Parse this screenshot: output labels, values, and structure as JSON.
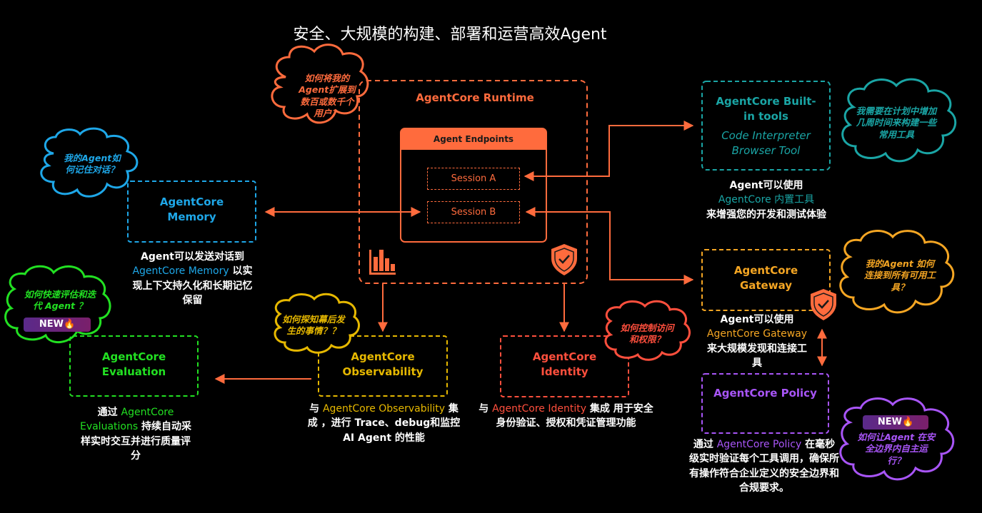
{
  "title": "安全、大规模的构建、部署和运营高效Agent",
  "colors": {
    "runtime": "#ff6b3d",
    "memory": "#1ea7e8",
    "tools": "#1aa5a5",
    "gateway": "#f5a623",
    "policy": "#a855f7",
    "evaluation": "#22e022",
    "observability": "#e6b800",
    "identity": "#ff4f3d"
  },
  "runtime": {
    "title": "AgentCore Runtime",
    "endpoints_header": "Agent Endpoints",
    "sessions": [
      "Session A",
      "Session B"
    ],
    "cloud": "如何将我的Agent扩展到数百或数千个用户？",
    "icons": [
      "bar-chart-icon",
      "shield-check-icon"
    ]
  },
  "memory": {
    "title_line1": "AgentCore",
    "title_line2": "Memory",
    "cloud": "我的Agent如何记住对话？",
    "desc_pre": "Agent可以发送对话到 ",
    "desc_hl": "AgentCore Memory",
    "desc_post": " 以实现上下文持久化和长期记忆保留"
  },
  "tools": {
    "title_line1": "AgentCore Built-",
    "title_line2": "in tools",
    "item1": "Code Interpreter",
    "item2": "Browser Tool",
    "cloud": "我需要在计划中增加几周时间来构建一些常用工具",
    "desc_pre": "Agent可以使用",
    "desc_hl": "AgentCore 内置工具",
    "desc_post": "来增强您的开发和测试体验"
  },
  "gateway": {
    "title_line1": "AgentCore",
    "title_line2": "Gateway",
    "cloud": "我的Agent 如何连接到所有可用工具？",
    "desc_pre": "Agent可以使用",
    "desc_hl": "AgentCore Gateway",
    "desc_post": "来大规模发现和连接工具"
  },
  "policy": {
    "title": "AgentCore Policy",
    "badge": "NEW",
    "cloud": "如何让Agent 在安全边界内自主运行？",
    "desc_pre": "通过 ",
    "desc_hl": "AgentCore Policy",
    "desc_post": " 在毫秒级实时验证每个工具调用，确保所有操作符合企业定义的安全边界和合规要求。"
  },
  "evaluation": {
    "title_line1": "AgentCore",
    "title_line2": "Evaluation",
    "badge": "NEW",
    "cloud": "如何快速评估和迭代 Agent ？",
    "desc_pre": "通过 ",
    "desc_hl": "AgentCore Evaluations",
    "desc_post": " 持续自动采样实时交互并进行质量评分"
  },
  "observability": {
    "title_line1": "AgentCore",
    "title_line2": "Observability",
    "cloud": "如何探知幕后发生的事情？？",
    "desc_pre": "与 ",
    "desc_hl": "AgentCore Observability",
    "desc_post": " 集成 ，进行 Trace、debug和监控 AI Agent 的性能"
  },
  "identity": {
    "title_line1": "AgentCore",
    "title_line2": "Identity",
    "cloud": "如何控制访问和权限？",
    "desc_pre": "与 ",
    "desc_hl": "AgentCore Identity",
    "desc_post": " 集成 用于安全身份验证、授权和凭证管理功能"
  }
}
